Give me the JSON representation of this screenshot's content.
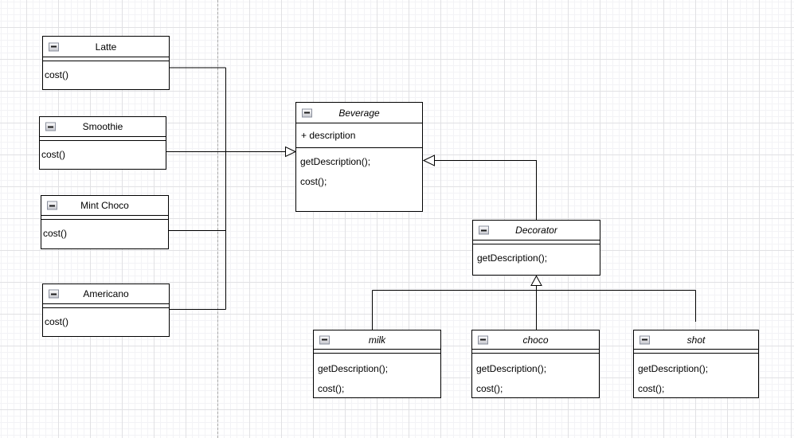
{
  "canvas": {
    "background_color": "#ffffff",
    "grid_minor_color": "#f3f3f6",
    "grid_major_color": "#e1e1e4",
    "stroke_color": "#000000",
    "box_fill_color": "#ffffff",
    "page_divider_style": "dashed"
  },
  "classes": [
    {
      "id": "latte",
      "name": "Latte",
      "italic": false,
      "attributes": [],
      "methods": [
        "cost()"
      ]
    },
    {
      "id": "smoothie",
      "name": "Smoothie",
      "italic": false,
      "attributes": [],
      "methods": [
        "cost()"
      ]
    },
    {
      "id": "mint-choco",
      "name": "Mint Choco",
      "italic": false,
      "attributes": [],
      "methods": [
        "cost()"
      ]
    },
    {
      "id": "americano",
      "name": "Americano",
      "italic": false,
      "attributes": [],
      "methods": [
        "cost()"
      ]
    },
    {
      "id": "beverage",
      "name": "Beverage",
      "italic": true,
      "attributes": [
        "+ description"
      ],
      "methods": [
        "getDescription();",
        "cost();"
      ]
    },
    {
      "id": "decorator",
      "name": "Decorator",
      "italic": true,
      "attributes": [],
      "methods": [
        "getDescription();"
      ]
    },
    {
      "id": "milk",
      "name": "milk",
      "italic": true,
      "attributes": [],
      "methods": [
        "getDescription();",
        "cost();"
      ]
    },
    {
      "id": "choco",
      "name": "choco",
      "italic": true,
      "attributes": [],
      "methods": [
        "getDescription();",
        "cost();"
      ]
    },
    {
      "id": "shot",
      "name": "shot",
      "italic": true,
      "attributes": [],
      "methods": [
        "getDescription();",
        "cost();"
      ]
    }
  ],
  "connections": [
    {
      "from": "Latte",
      "to": "Beverage",
      "type": "generalization"
    },
    {
      "from": "Smoothie",
      "to": "Beverage",
      "type": "generalization"
    },
    {
      "from": "Mint Choco",
      "to": "Beverage",
      "type": "generalization"
    },
    {
      "from": "Americano",
      "to": "Beverage",
      "type": "generalization"
    },
    {
      "from": "Decorator",
      "to": "Beverage",
      "type": "generalization"
    },
    {
      "from": "milk",
      "to": "Decorator",
      "type": "generalization"
    },
    {
      "from": "choco",
      "to": "Decorator",
      "type": "generalization"
    },
    {
      "from": "shot",
      "to": "Decorator",
      "type": "generalization"
    }
  ]
}
